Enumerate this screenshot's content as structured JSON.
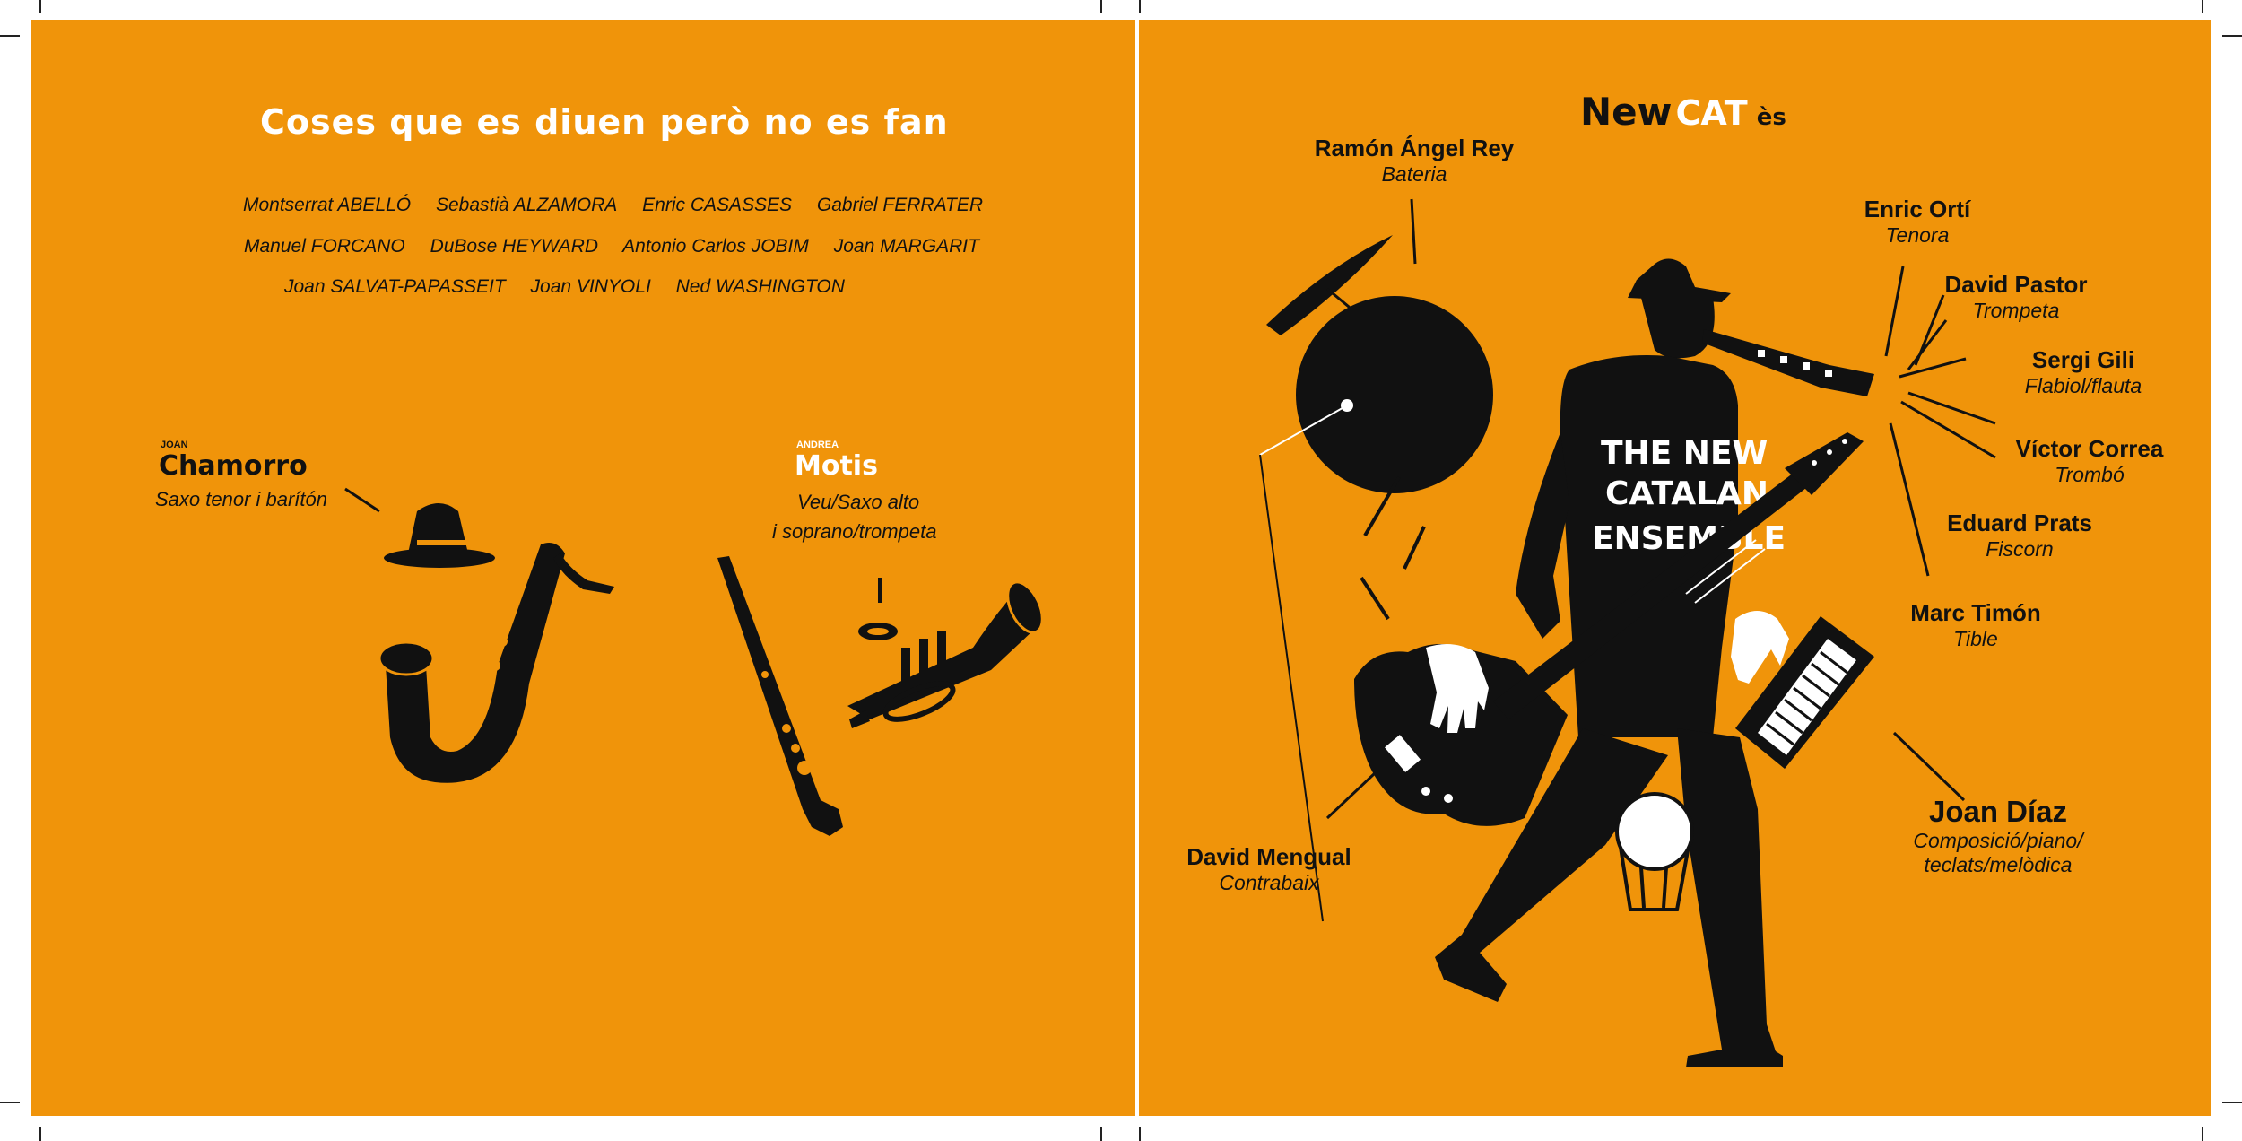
{
  "colors": {
    "background": "#F0940A",
    "ink": "#111111",
    "white": "#ffffff"
  },
  "left": {
    "title": "Coses que es diuen però no es fan",
    "authors": [
      [
        "Montserrat ABELLÓ",
        "Sebastià ALZAMORA",
        "Enric CASASSES",
        "Gabriel FERRATER"
      ],
      [
        "Manuel FORCANO",
        "DuBose HEYWARD",
        "Antonio Carlos JOBIM",
        "Joan MARGARIT"
      ],
      [
        "Joan SALVAT-PAPASSEIT",
        "Joan VINYOLI",
        "Ned WASHINGTON"
      ]
    ],
    "chamorro": {
      "first": "JOAN",
      "last": "Chamorro",
      "role": "Saxo tenor i barítón"
    },
    "motis": {
      "first": "ANDREA",
      "last": "Motis",
      "role_line1": "Veu/Saxo alto",
      "role_line2": "i soprano/trompeta"
    },
    "icons": [
      "hat-icon",
      "tenor-sax-icon",
      "soprano-sax-icon",
      "lips-icon",
      "trumpet-icon"
    ]
  },
  "right": {
    "title_new": "New",
    "title_cat": "CAT",
    "title_es": "ès",
    "shirt_text": [
      "THE NEW",
      "CATALAN",
      "ENSEMBLE"
    ],
    "members": [
      {
        "name": "Ramón Ángel Rey",
        "role": "Bateria"
      },
      {
        "name": "Enric Ortí",
        "role": "Tenora"
      },
      {
        "name": "David Pastor",
        "role": "Trompeta"
      },
      {
        "name": "Sergi Gili",
        "role": "Flabiol/flauta"
      },
      {
        "name": "Víctor Correa",
        "role": "Trombó"
      },
      {
        "name": "Eduard Prats",
        "role": "Fiscorn"
      },
      {
        "name": "Marc Timón",
        "role": "Tible"
      },
      {
        "name": "David Mengual",
        "role": "Contrabaix"
      },
      {
        "name": "Joan Díaz",
        "role": "Composició/piano/",
        "role2": "teclats/melòdica"
      }
    ]
  }
}
